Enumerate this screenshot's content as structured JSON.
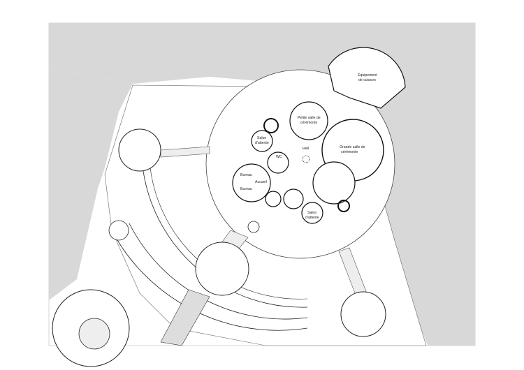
{
  "labels": {
    "equipement": [
      "Équipement",
      "de cuisson"
    ],
    "petite_salle": [
      "Petite salle de",
      "cérémonie"
    ],
    "grande_salle": [
      "Grande salle de",
      "cérémonie"
    ],
    "salon_attente_1": [
      "Salon",
      "d'attente"
    ],
    "wc": "WC",
    "hall": "Hall",
    "bureau_1": "Bureau",
    "bureau_2": "Bureau",
    "accueil": "Accueil",
    "salon_attente_2": [
      "Salon",
      "d'attente"
    ]
  }
}
